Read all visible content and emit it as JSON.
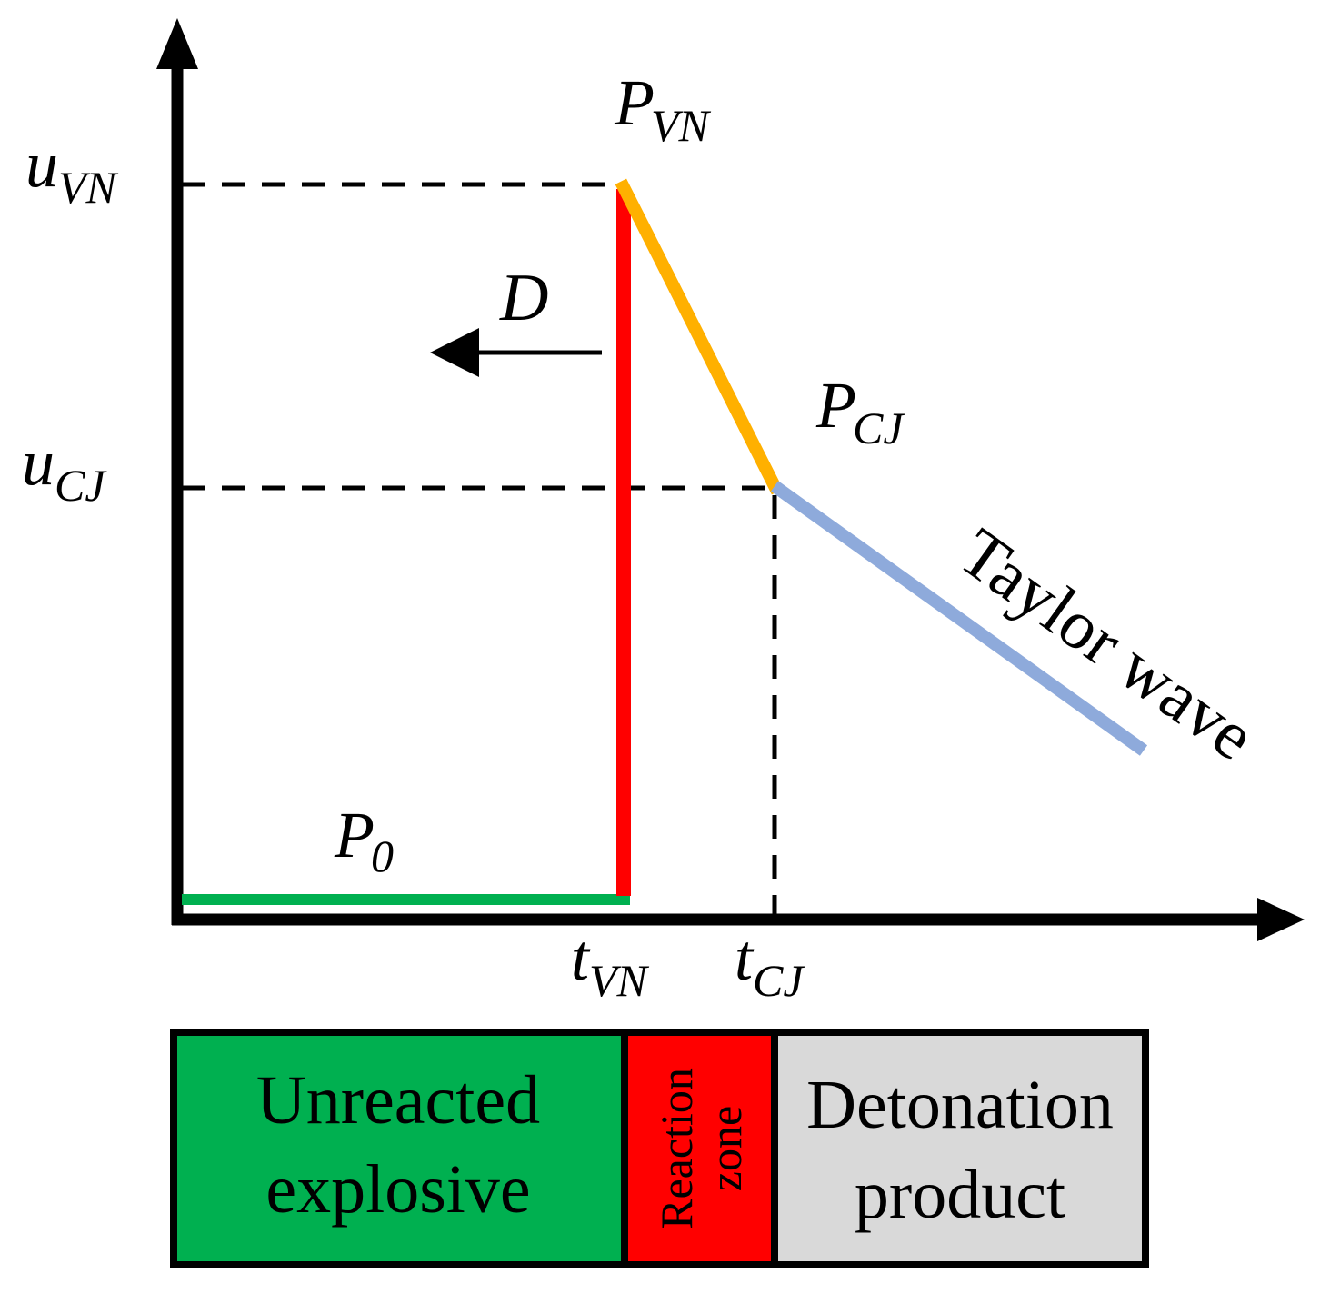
{
  "labels": {
    "p_vn": {
      "main": "P",
      "sub": "VN"
    },
    "p_cj": {
      "main": "P",
      "sub": "CJ"
    },
    "p_0": {
      "main": "P",
      "sub": "0"
    },
    "u_vn": {
      "main": "u",
      "sub": "VN"
    },
    "u_cj": {
      "main": "u",
      "sub": "CJ"
    },
    "t_vn": {
      "main": "t",
      "sub": "VN"
    },
    "t_cj": {
      "main": "t",
      "sub": "CJ"
    },
    "d": "D",
    "taylor_wave": "Taylor wave"
  },
  "zones": {
    "unreacted": {
      "line1": "Unreacted",
      "line2": "explosive"
    },
    "reaction": {
      "line1": "Reaction",
      "line2": "zone"
    },
    "detonation": {
      "line1": "Detonation",
      "line2": "product"
    }
  },
  "colors": {
    "unreacted_green": "#00b050",
    "shock_red": "#ff0000",
    "reaction_orange": "#ffb000",
    "taylor_blue": "#8eaadb",
    "product_gray": "#d9d9d9",
    "axis_black": "#000000"
  }
}
